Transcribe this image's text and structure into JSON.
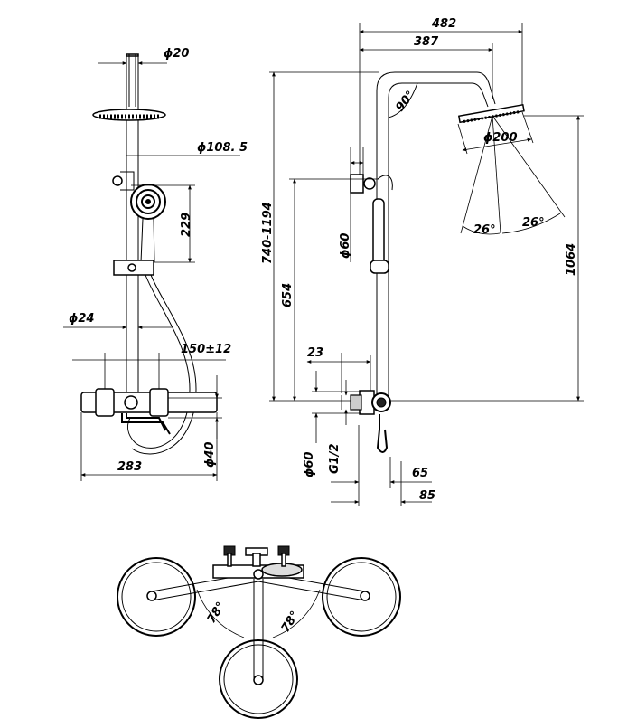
{
  "front_view": {
    "dim_head_dia": "ϕ20",
    "dim_handshower_dia": "ϕ108. 5",
    "dim_handshower_height": "229",
    "dim_rail_dia": "ϕ24",
    "dim_spacing": "150±12",
    "dim_width": "283",
    "dim_spout_dia": "ϕ40"
  },
  "side_view": {
    "dim_reach_total": "482",
    "dim_reach_arm": "387",
    "dim_arm_angle": "90°",
    "dim_head_dia": "ϕ200",
    "dim_spray_left": "26°",
    "dim_spray_right": "26°",
    "dim_height_range": "740-1194",
    "dim_height_total": "1064",
    "dim_holder_dia": "ϕ60",
    "dim_height_bar": "654",
    "dim_offset": "23",
    "dim_flange_dia": "ϕ60",
    "dim_thread": "G1/2",
    "dim_depth_inner": "65",
    "dim_depth_outer": "85"
  },
  "top_view": {
    "dim_angle_left": "78°",
    "dim_angle_right": "78°"
  }
}
